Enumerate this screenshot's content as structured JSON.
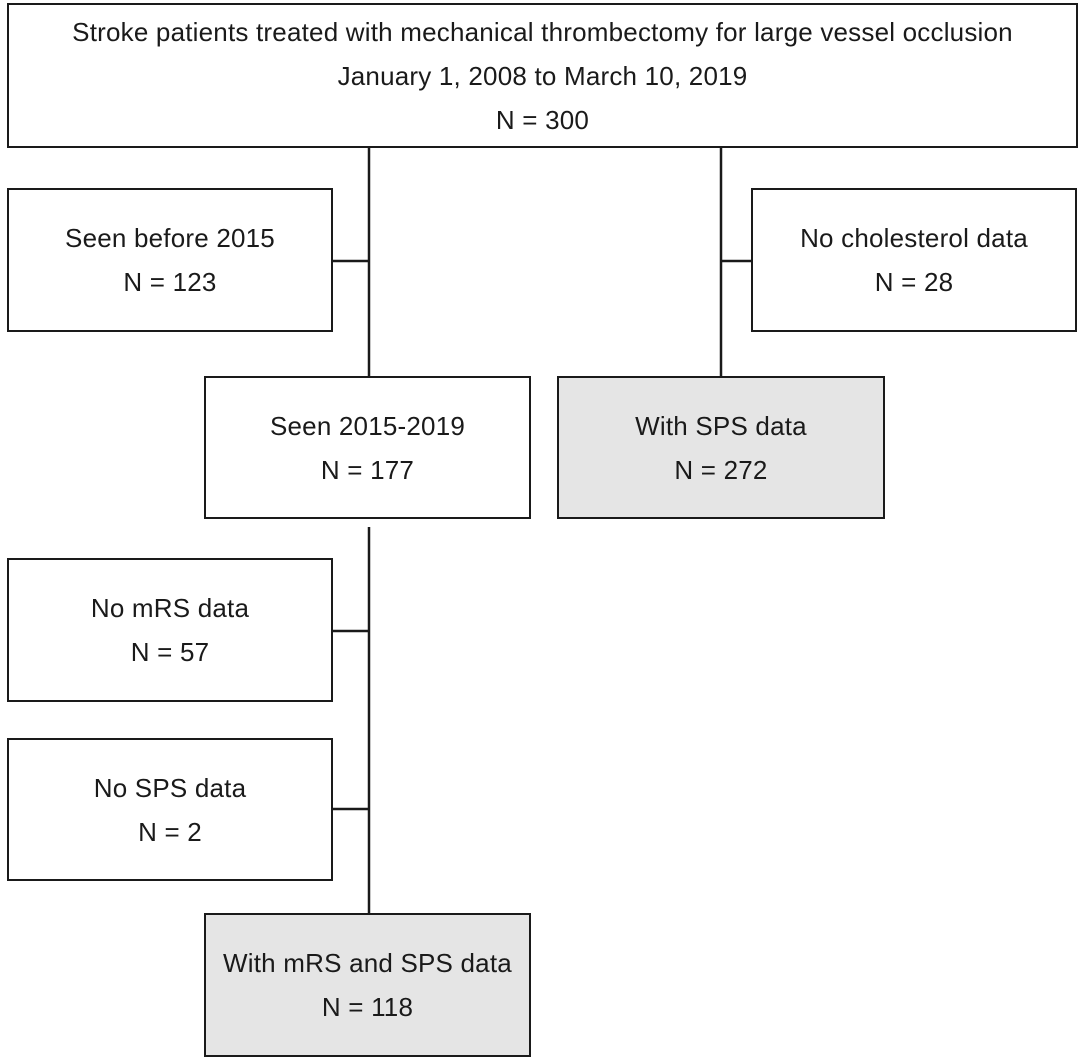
{
  "flowchart": {
    "top": {
      "line1": "Stroke patients treated with mechanical thrombectomy for large vessel occlusion",
      "line2": "January 1, 2008 to March 10, 2019",
      "count": "N = 300"
    },
    "seen_before": {
      "label": "Seen before 2015",
      "count": "N = 123"
    },
    "no_cholesterol": {
      "label": "No cholesterol data",
      "count": "N = 28"
    },
    "seen_2015_2019": {
      "label": "Seen 2015-2019",
      "count": "N = 177"
    },
    "with_sps": {
      "label": "With SPS data",
      "count": "N = 272"
    },
    "no_mrs": {
      "label": "No mRS data",
      "count": "N = 57"
    },
    "no_sps": {
      "label": "No SPS data",
      "count": "N = 2"
    },
    "final": {
      "label": "With mRS and SPS data",
      "count": "N = 118"
    }
  },
  "colors": {
    "border": "#1a1a1a",
    "box_fill": "#ffffff",
    "highlight_fill": "#e5e5e5"
  }
}
